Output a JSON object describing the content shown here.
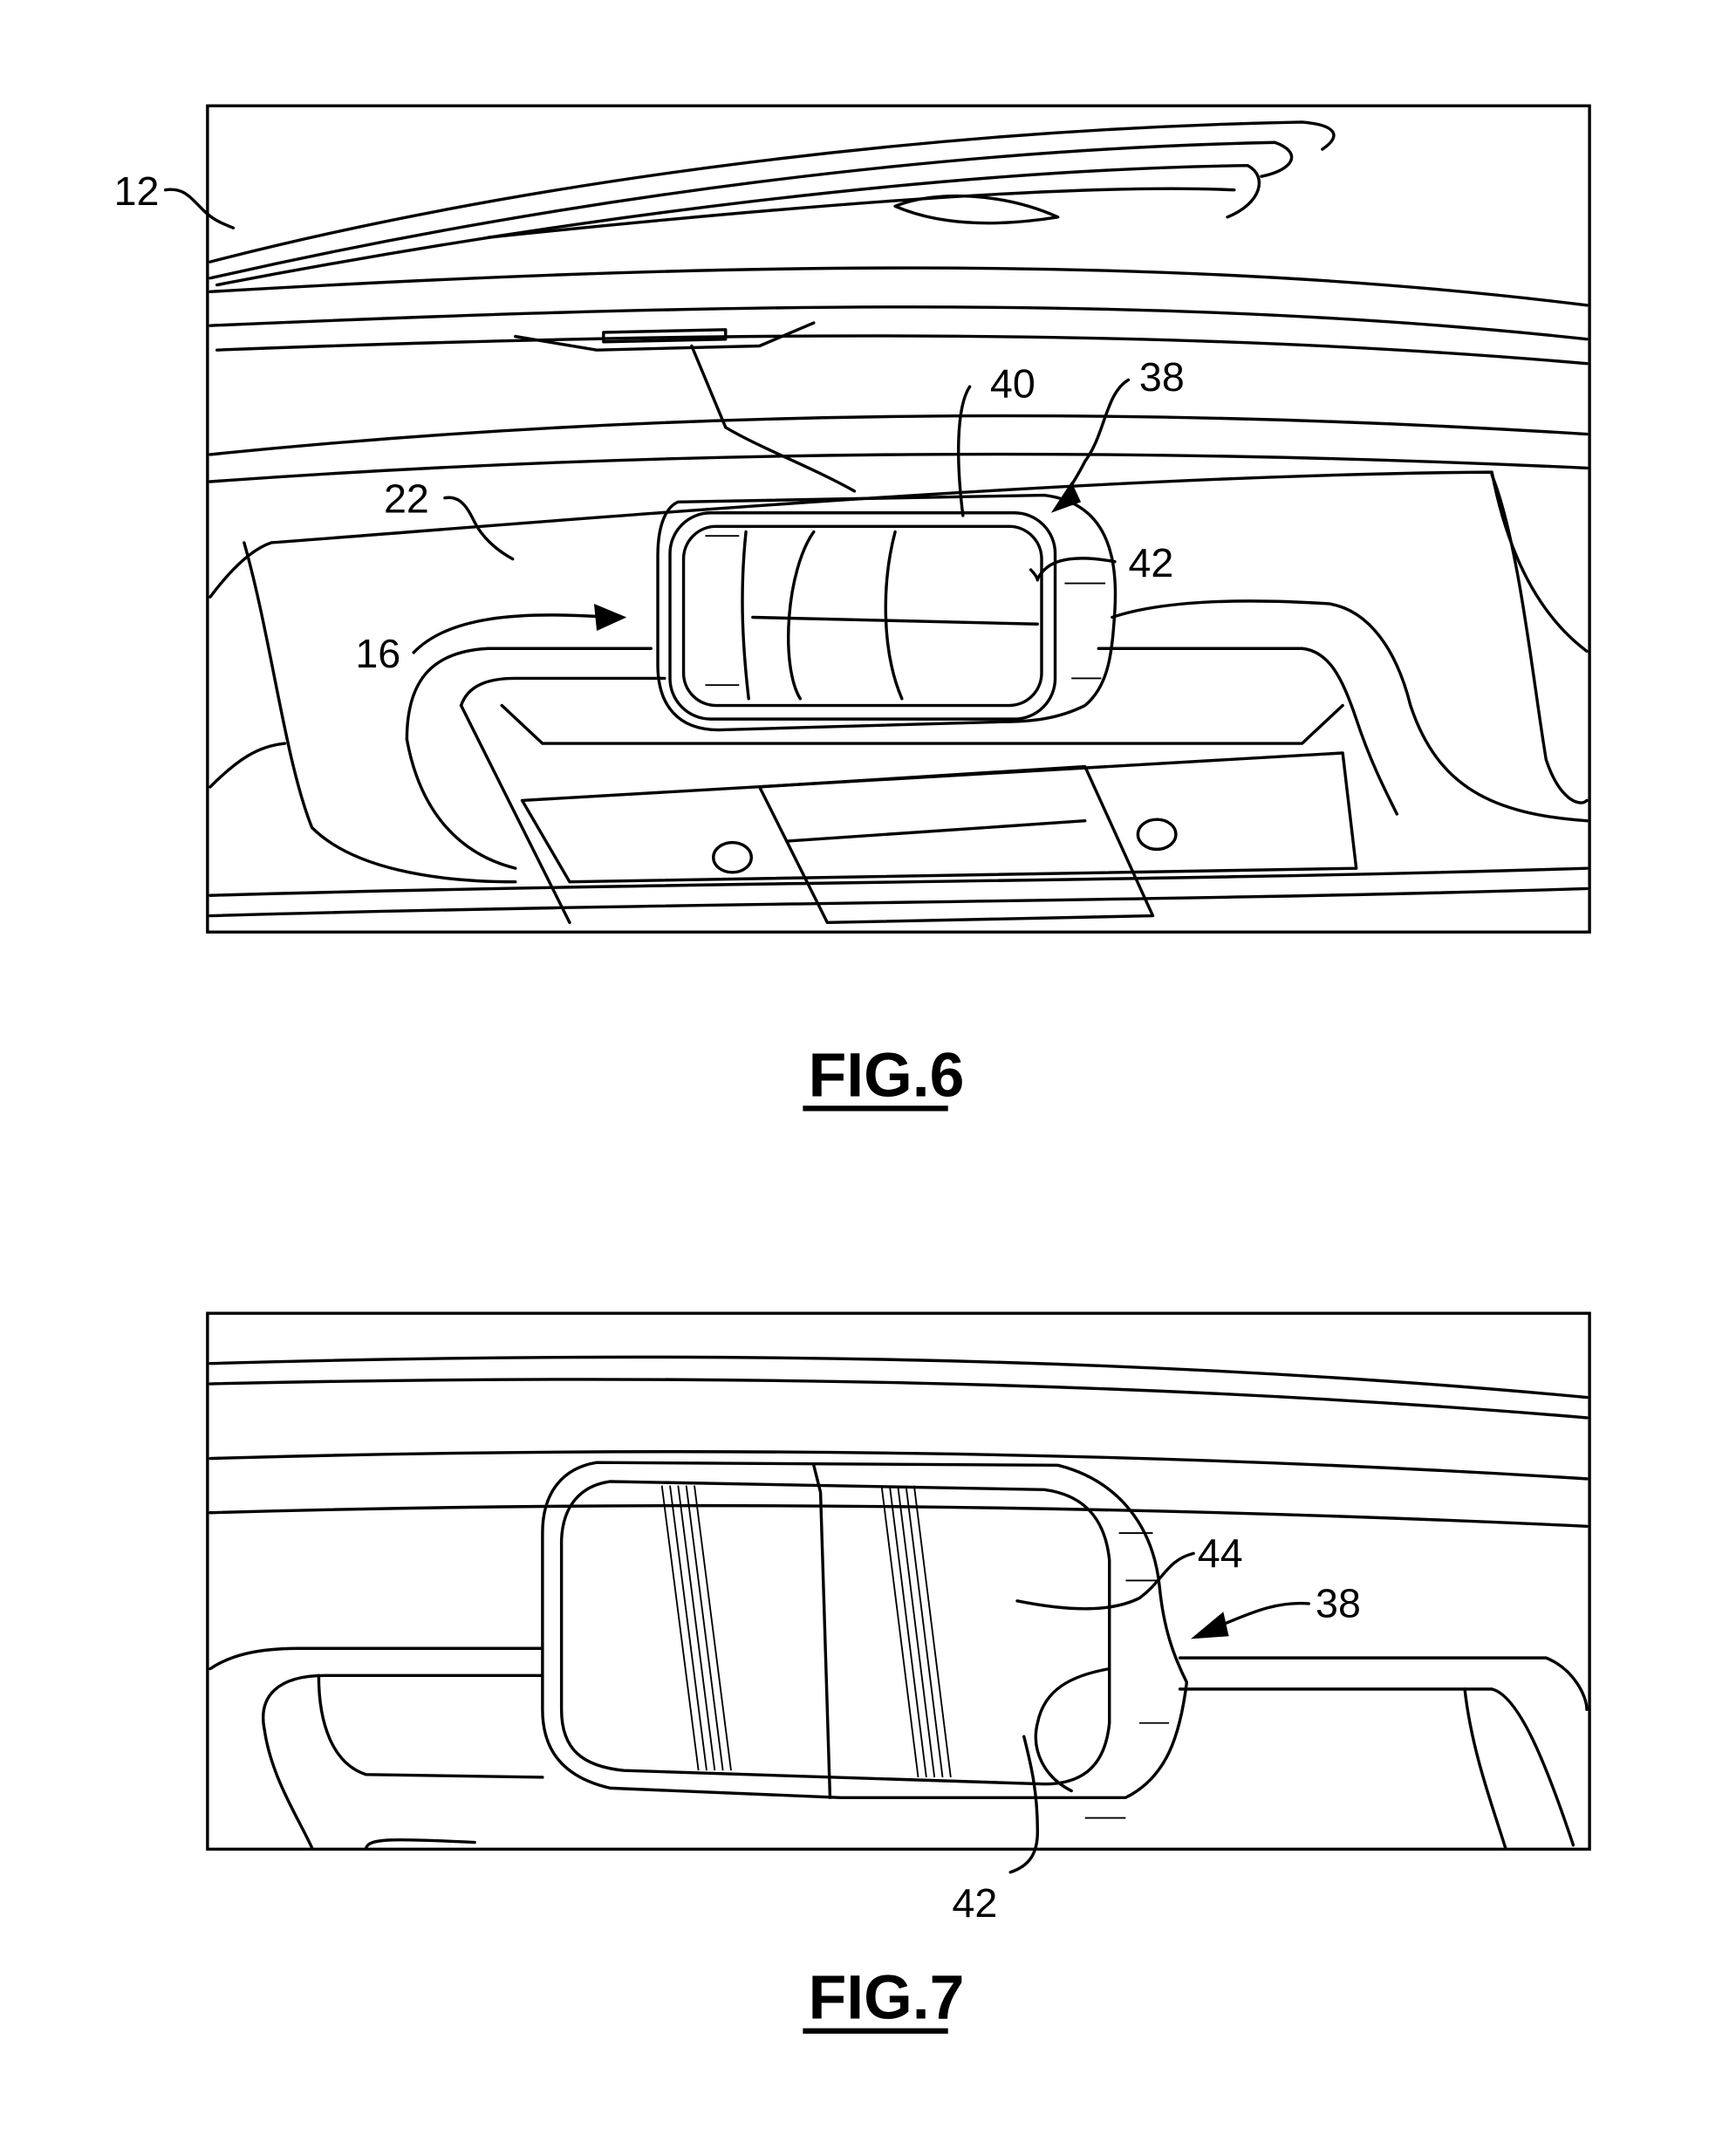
{
  "figures": [
    {
      "caption": "FIG.6",
      "reference_numerals": [
        "12",
        "22",
        "16",
        "40",
        "38",
        "42"
      ]
    },
    {
      "caption": "FIG.7",
      "reference_numerals": [
        "44",
        "38",
        "42"
      ]
    }
  ],
  "colors": {
    "ink": "#000000",
    "paper": "#ffffff"
  }
}
